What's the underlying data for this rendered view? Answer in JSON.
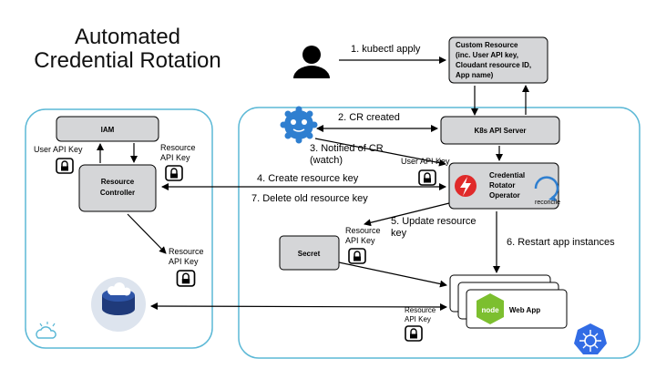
{
  "title": {
    "line1": "Automated",
    "line2": "Credential Rotation"
  },
  "nodes": {
    "custom_resource": {
      "line1": "Custom Resource",
      "line2": "(inc. User API key,",
      "line3": "Cloudant resource ID,",
      "line4": "App name)"
    },
    "k8s_api_server": "K8s API Server",
    "iam": "IAM",
    "resource_controller": {
      "line1": "Resource",
      "line2": "Controller"
    },
    "operator": {
      "line1": "Credential",
      "line2": "Rotator",
      "line3": "Operator"
    },
    "reconcile": "reconcile",
    "secret": "Secret",
    "web_app": "Web App",
    "node_logo": "node"
  },
  "edges": {
    "kubectl_apply": "1. kubectl apply",
    "cr_created": "2. CR created",
    "notified": {
      "line1": "3. Notified of CR",
      "line2": "(watch)"
    },
    "create_key": "4. Create resource key",
    "update_key": {
      "line1": "5. Update resource",
      "line2": "key"
    },
    "restart": "6. Restart app instances",
    "delete_key": "7. Delete old resource key"
  },
  "keys": {
    "user_api_key": "User API Key",
    "resource_api_key": {
      "line1": "Resource",
      "line2": "API Key"
    },
    "op_user_api_key": "User API Key",
    "secret_key": {
      "line1": "Resource",
      "line2": "API Key"
    },
    "cloud_key": {
      "line1": "Resource",
      "line2": "API Key"
    },
    "webapp_key": {
      "line1": "Resource",
      "line2": "API Key"
    }
  },
  "colors": {
    "region": "#5bb8d6",
    "box_fill": "#d5d6d8",
    "operator_red": "#e02a2a",
    "k8s_blue": "#326ce5",
    "operator_icon": "#2f7fd0",
    "database": "#1f3a7a"
  }
}
